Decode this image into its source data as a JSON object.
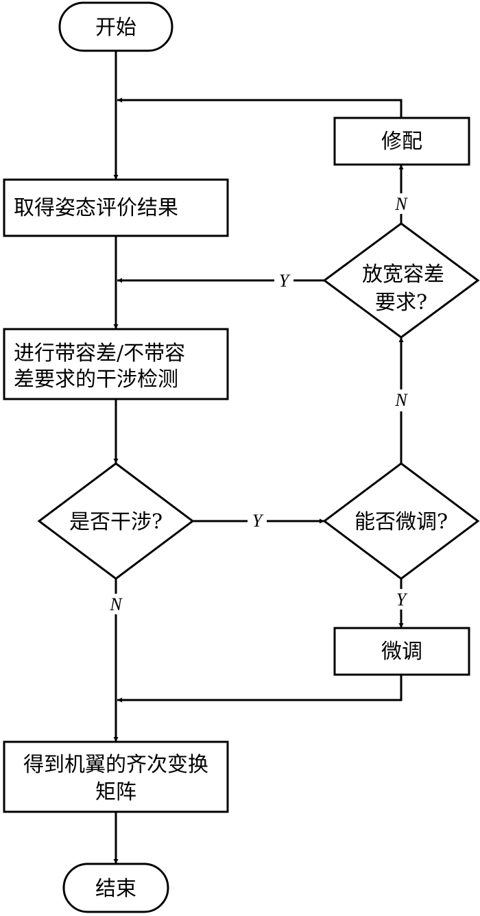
{
  "diagram": {
    "nodes": {
      "start": "开始",
      "get_result": "取得姿态评价结果",
      "check_line1": "进行带容差/不带容",
      "check_line2": "差要求的干涉检测",
      "interfere": "是否干涉?",
      "finetune_q": "能否微调?",
      "finetune": "微调",
      "relax_line1": "放宽容差",
      "relax_line2": "要求?",
      "repair": "修配",
      "matrix_line1": "得到机翼的齐次变换",
      "matrix_line2": "矩阵",
      "end": "结束"
    },
    "edge_labels": {
      "interfere_yes": "Y",
      "interfere_no": "N",
      "finetune_yes": "Y",
      "finetune_no": "N",
      "relax_yes": "Y",
      "relax_no": "N"
    }
  }
}
